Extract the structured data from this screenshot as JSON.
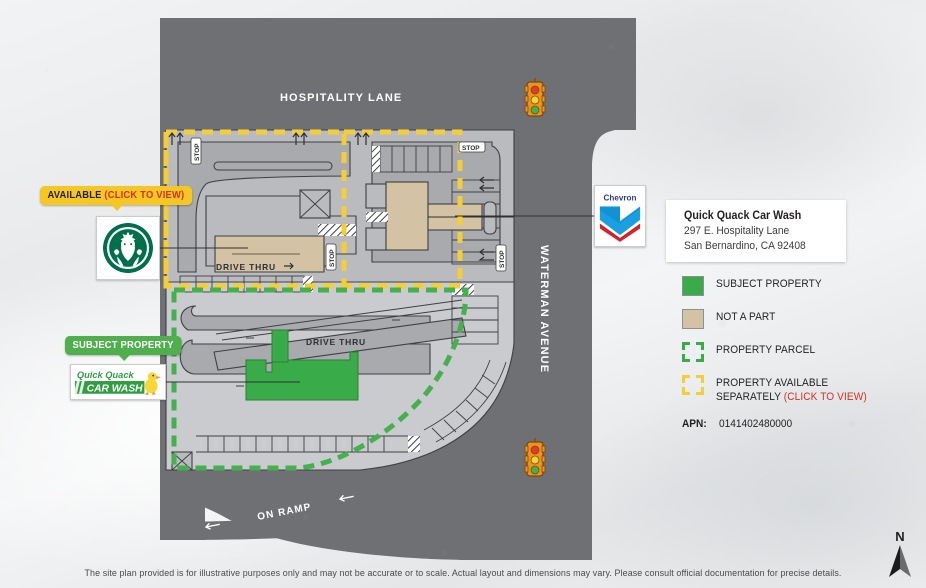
{
  "map": {
    "streets": {
      "hospitality_lane": "HOSPITALITY LANE",
      "waterman_avenue": "WATERMAN AVENUE",
      "on_ramp": "ON RAMP"
    },
    "drive_thru_north": "DRIVE THRU",
    "drive_thru_south": "DRIVE THRU",
    "stop_sign_text": "STOP",
    "compass_label": "N"
  },
  "callouts": {
    "available": {
      "label": "AVAILABLE ",
      "action": "(CLICK TO VIEW)"
    },
    "subject": {
      "label": "SUBJECT PROPERTY"
    }
  },
  "logos": {
    "starbucks": "starbucks-logo",
    "quick_quack": "quick-quack-car-wash-logo",
    "quick_quack_top": "Quick Quack",
    "quick_quack_bottom": "CAR WASH",
    "chevron": "chevron-logo",
    "chevron_text": "Chevron"
  },
  "address": {
    "name": "Quick Quack Car Wash",
    "street": "297 E. Hospitality Lane",
    "city_state_zip": "San Bernardino, CA 92408"
  },
  "legend": {
    "items": [
      {
        "label": "SUBJECT PROPERTY",
        "style": "solid",
        "color": "#3aab49"
      },
      {
        "label": "NOT A PART",
        "style": "solid",
        "color": "#d3c2a4"
      },
      {
        "label": "PROPERTY PARCEL",
        "style": "corners",
        "color": "#3aab49"
      },
      {
        "label": "PROPERTY AVAILABLE",
        "label2": "SEPARATELY ",
        "action": "(CLICK TO VIEW)",
        "style": "corners",
        "color": "#f5ce36"
      }
    ],
    "apn_label": "APN:",
    "apn_value": "0141402480000"
  },
  "disclaimer": "The site plan provided is for illustrative purposes only and may not be accurate or to scale. Actual layout and dimensions may vary. Please consult official documentation for precise details.",
  "colors": {
    "road": "#6e7074",
    "road_dark": "#5f6165",
    "pavement": "#b5b7ba",
    "pavement_light": "#c9cbce",
    "subject_green": "#3aab49",
    "parcel_green": "#45b04e",
    "not_a_part": "#d3c2a4",
    "available_yellow": "#f5ce36",
    "outline": "#3f4043",
    "background": "#eeeff0",
    "accent_red": "#d33227"
  }
}
